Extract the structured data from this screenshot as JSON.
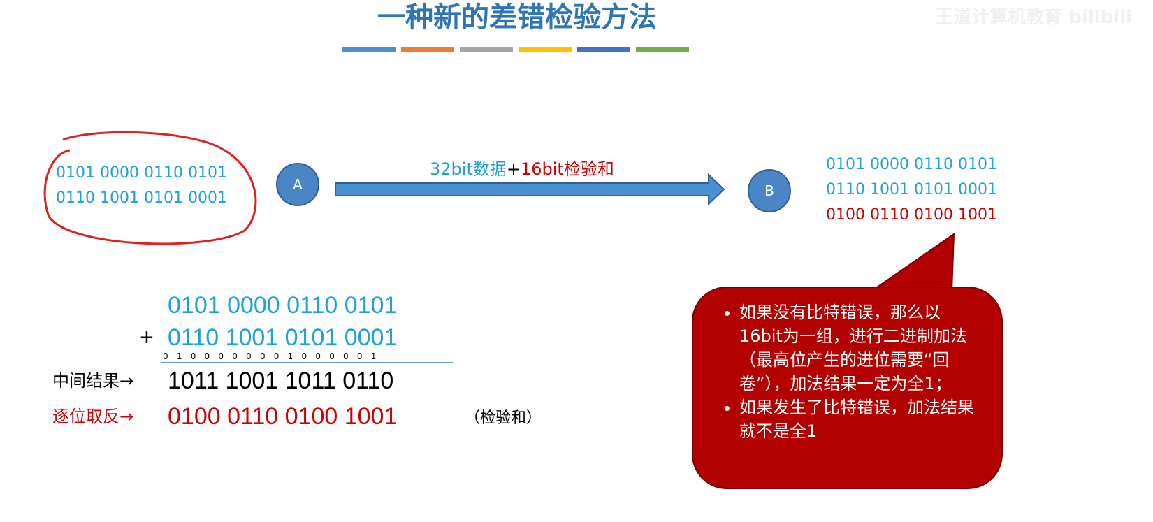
{
  "title": "一种新的差错检验方法",
  "watermark": "王道计算机教育 bilibili",
  "accent_colors": [
    "#4a90d0",
    "#ed7d31",
    "#a5a5a5",
    "#ffc000",
    "#4472c4",
    "#70ad47"
  ],
  "sender": {
    "label": "A",
    "lines": [
      "0101 0000 0110 0101",
      "0110 1001 0101 0001"
    ]
  },
  "arrow": {
    "part1": "32bit数据",
    "plus": "+",
    "part2": "16bit检验和"
  },
  "receiver": {
    "label": "B",
    "lines": [
      "0101 0000 0110 0101",
      "0110 1001 0101 0001"
    ],
    "checksum": "0100 0110 0100 1001"
  },
  "calc": {
    "a": "0101 0000 0110 0101",
    "plus": "+",
    "b": "0110 1001 0101 0001",
    "carry": "0 1 0 0 0 0 0 0 0 1 0 0 0 0 0 1",
    "mid_label": "中间结果",
    "mid": "1011 1001 1011 0110",
    "inv_label": "逐位取反",
    "inv": "0100 0110 0100 1001",
    "inv_note": "（检验和）"
  },
  "callout": {
    "items": [
      "如果没有比特错误，那么以16bit为一组，进行二进制加法（最高位产生的进位需要“回卷”），加法结果一定为全1；",
      "如果发生了比特错误，加法结果就不是全1"
    ]
  }
}
